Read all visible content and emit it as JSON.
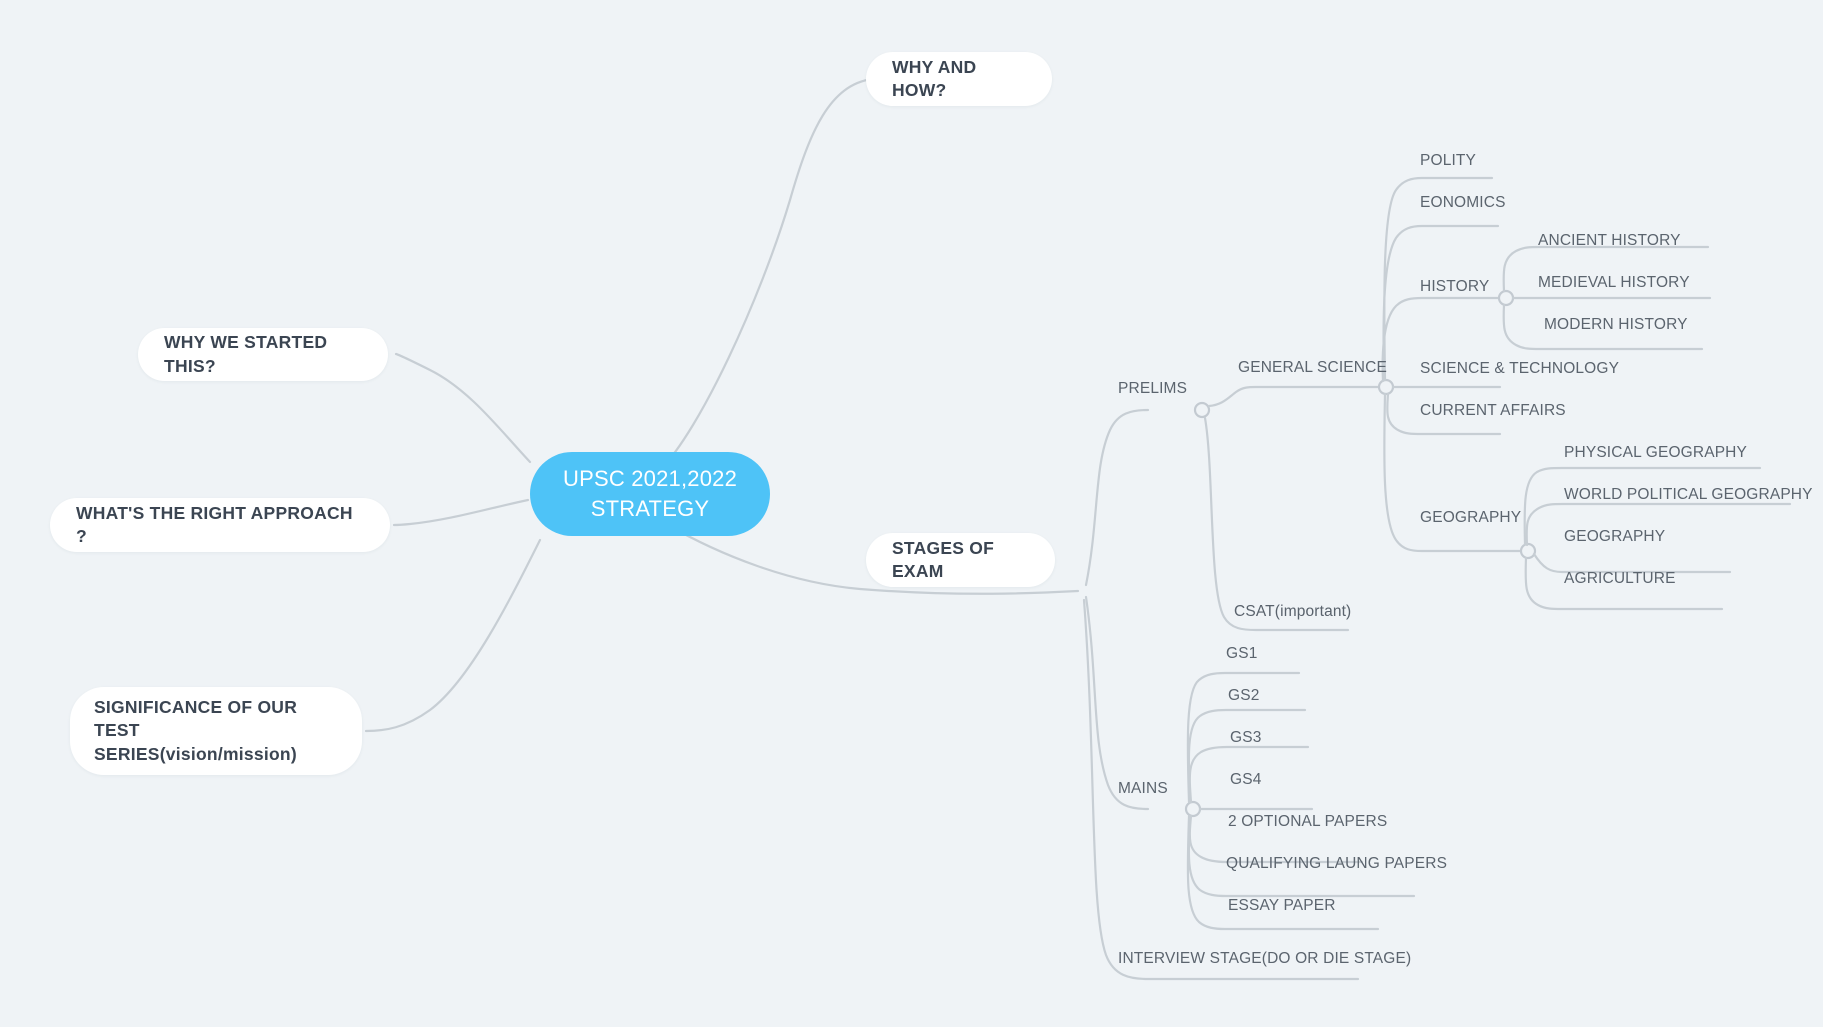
{
  "theme": {
    "background": "#eff3f6",
    "root_fill": "#4ec3f7",
    "root_text": "#ffffff",
    "pill_fill": "#ffffff",
    "pill_text": "#3b4552",
    "leaf_text": "#5b646e",
    "wire": "#c7ced4"
  },
  "root": {
    "label": "UPSC 2021,2022\nSTRATEGY"
  },
  "pills": [
    {
      "label": "WHY AND HOW?"
    },
    {
      "label": "WHY WE STARTED THIS?"
    },
    {
      "label": "WHAT'S THE RIGHT APPROACH   ?"
    },
    {
      "label": "SIGNIFICANCE OF OUR TEST\nSERIES(vision/mission)"
    },
    {
      "label": "STAGES OF EXAM"
    }
  ],
  "stages": {
    "prelims": {
      "label": "PRELIMS",
      "children": [
        {
          "label": "GENERAL SCIENCE",
          "children": [
            {
              "label": "POLITY"
            },
            {
              "label": "EONOMICS"
            },
            {
              "label": "HISTORY",
              "children": [
                {
                  "label": "ANCIENT HISTORY"
                },
                {
                  "label": "MEDIEVAL HISTORY"
                },
                {
                  "label": "MODERN HISTORY"
                }
              ]
            },
            {
              "label": "SCIENCE & TECHNOLOGY"
            },
            {
              "label": "CURRENT AFFAIRS"
            },
            {
              "label": "GEOGRAPHY",
              "children": [
                {
                  "label": "PHYSICAL GEOGRAPHY"
                },
                {
                  "label": "WORLD POLITICAL GEOGRAPHY"
                },
                {
                  "label": "GEOGRAPHY"
                },
                {
                  "label": "AGRICULTURE"
                }
              ]
            }
          ]
        },
        {
          "label": "CSAT(important)"
        }
      ]
    },
    "mains": {
      "label": "MAINS",
      "children": [
        {
          "label": "GS1"
        },
        {
          "label": "GS2"
        },
        {
          "label": "GS3"
        },
        {
          "label": "GS4"
        },
        {
          "label": "2 OPTIONAL PAPERS"
        },
        {
          "label": "QUALIFYING LAUNG PAPERS"
        },
        {
          "label": "ESSAY PAPER"
        }
      ]
    },
    "interview": {
      "label": "INTERVIEW STAGE(DO OR DIE STAGE)"
    }
  }
}
